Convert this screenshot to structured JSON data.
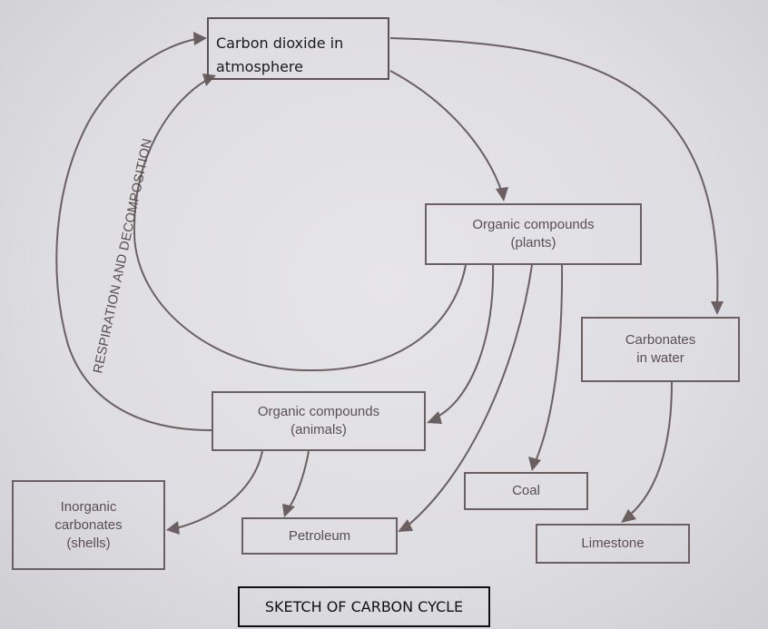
{
  "nodes": {
    "co2": "Carbon dioxide in\natmosphere",
    "plants": "Organic compounds\n(plants)",
    "carbonates_water": "Carbonates\nin water",
    "animals": "Organic compounds\n(animals)",
    "inorganic": "Inorganic\ncarbonates\n(shells)",
    "coal": "Coal",
    "petroleum": "Petroleum",
    "limestone": "Limestone"
  },
  "curve_label": "RESPIRATION AND DECOMPOSITION",
  "caption": "SKETCH OF CARBON CYCLE",
  "edges": [
    {
      "from": "co2",
      "to": "plants"
    },
    {
      "from": "co2",
      "to": "carbonates_water"
    },
    {
      "from": "plants",
      "to": "co2"
    },
    {
      "from": "plants",
      "to": "animals"
    },
    {
      "from": "plants",
      "to": "coal"
    },
    {
      "from": "plants",
      "to": "petroleum"
    },
    {
      "from": "animals",
      "to": "co2"
    },
    {
      "from": "animals",
      "to": "inorganic"
    },
    {
      "from": "animals",
      "to": "petroleum"
    },
    {
      "from": "carbonates_water",
      "to": "limestone"
    }
  ],
  "colors": {
    "line": "#6b5f60",
    "text": "#5a4f50",
    "background": "#dcdbdf"
  }
}
